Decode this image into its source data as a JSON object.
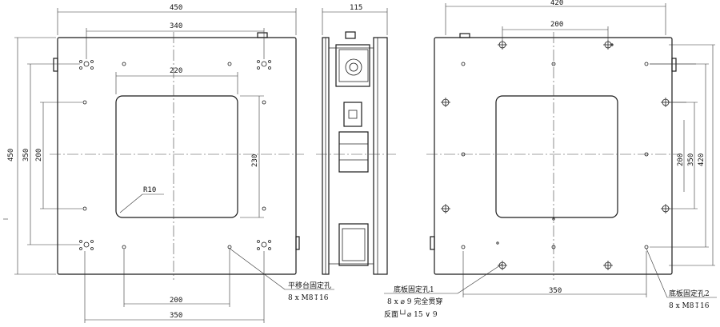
{
  "front_view": {
    "dims": {
      "width_overall": "450",
      "hole_span_top": "340",
      "window_width": "220",
      "height_overall": "450",
      "hole_span_left": "350",
      "hole_span_left_inner": "200",
      "window_height": "230",
      "bottom_span_inner": "200",
      "bottom_span_outer": "350"
    },
    "fillet_label": "R10",
    "callout": {
      "title": "平移台固定孔",
      "spec": "8 x   M8↧16"
    }
  },
  "side_view": {
    "dims": {
      "thickness": "115"
    }
  },
  "back_view": {
    "dims": {
      "width_overall": "420",
      "hole_span_top": "200",
      "height_overall": "420",
      "hole_span_right_outer": "350",
      "hole_span_right_inner": "200",
      "bottom_span": "350"
    },
    "callout_left": {
      "title": "底板固定孔1",
      "spec": "8 x ⌀ 9 完全贯穿",
      "back_spec": "反面└┘⌀ 15 ∨ 9"
    },
    "callout_right": {
      "title": "底板固定孔2",
      "spec": "8 x  M8↧16"
    }
  }
}
